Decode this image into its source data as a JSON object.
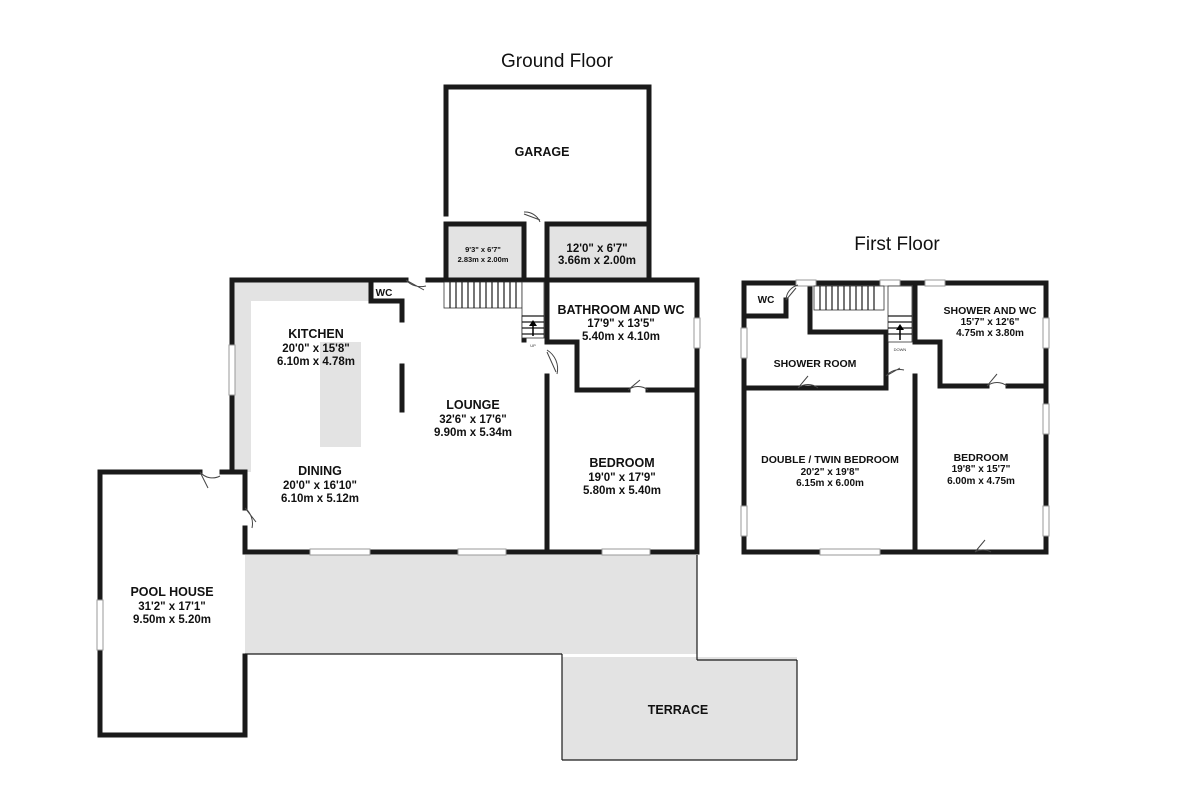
{
  "floors": {
    "ground": {
      "title": "Ground Floor"
    },
    "first": {
      "title": "First Floor"
    }
  },
  "rooms": {
    "garage": {
      "name": "GARAGE"
    },
    "store1": {
      "imperial": "9'3\"  x 6'7\"",
      "metric": "2.83m  x 2.00m"
    },
    "store2": {
      "imperial": "12'0\"  x 6'7\"",
      "metric": "3.66m  x 2.00m"
    },
    "wc_ground": {
      "name": "WC"
    },
    "kitchen": {
      "name": "KITCHEN",
      "imperial": "20'0\"  x 15'8\"",
      "metric": "6.10m  x 4.78m"
    },
    "lounge": {
      "name": "LOUNGE",
      "imperial": "32'6\"  x 17'6\"",
      "metric": "9.90m  x 5.34m"
    },
    "dining": {
      "name": "DINING",
      "imperial": "20'0\"  x 16'10\"",
      "metric": "6.10m  x 5.12m"
    },
    "bathroom_wc": {
      "name": "BATHROOM AND WC",
      "imperial": "17'9\"  x 13'5\"",
      "metric": "5.40m  x 4.10m"
    },
    "bedroom_ground": {
      "name": "BEDROOM",
      "imperial": "19'0\"  x 17'9\"",
      "metric": "5.80m  x 5.40m"
    },
    "pool_house": {
      "name": "POOL HOUSE",
      "imperial": "31'2\"  x 17'1\"",
      "metric": "9.50m  x 5.20m"
    },
    "terrace": {
      "name": "TERRACE"
    },
    "wc_first": {
      "name": "WC"
    },
    "shower_room": {
      "name": "SHOWER ROOM"
    },
    "shower_wc": {
      "name": "SHOWER AND WC",
      "imperial": "15'7\"  x 12'6\"",
      "metric": "4.75m  x 3.80m"
    },
    "double_twin": {
      "name": "DOUBLE / TWIN BEDROOM",
      "imperial": "20'2\"  x 19'8\"",
      "metric": "6.15m  x 6.00m"
    },
    "bedroom_first": {
      "name": "BEDROOM",
      "imperial": "19'8\"  x 15'7\"",
      "metric": "6.00m  x 4.75m"
    }
  },
  "stairs": {
    "up_label": "UP",
    "down_label": "DOWN"
  }
}
